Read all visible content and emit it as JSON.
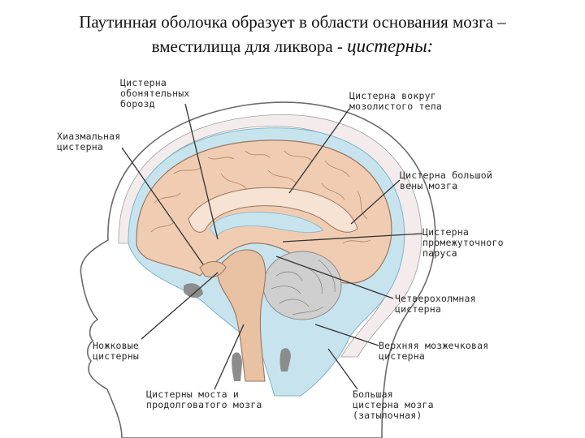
{
  "title": {
    "line1": "Паутинная оболочка образует в области основания мозга –",
    "line2_plain": "вместилища для ликвора - ",
    "line2_emph": "цистерны:"
  },
  "colors": {
    "skin_outline": "#6b6b6b",
    "csf": "#c7e4ee",
    "csf_edge": "#7fb4c7",
    "brain": "#f0cdb2",
    "brain_edge": "#9a7661",
    "brainstem": "#e9c1a3",
    "cerebellum": "#cfcfcf",
    "bone_dark": "#8c8c8c",
    "leader": "#333333"
  },
  "labels": {
    "olfactory": [
      "Цистерна",
      "обонятельных",
      "борозд"
    ],
    "chiasmal": [
      "Хиазмальная",
      "цистерна"
    ],
    "corpus_callosum": [
      "Цистерна вокруг",
      "мозолистого тела"
    ],
    "great_vein": [
      "Цистерна большой",
      "вены мозга"
    ],
    "velum": [
      "Цистерна",
      "промежуточного",
      "паруса"
    ],
    "quadrigeminal": [
      "Четверохолмная",
      "цистерна"
    ],
    "peduncular": [
      "Ножковые",
      "цистерны"
    ],
    "superior_cerebellar": [
      "Верхняя мозжечковая",
      "цистерна"
    ],
    "pons_medulla": [
      "Цистерны моста и",
      "продолговатого мозга"
    ],
    "magna": [
      "Большая",
      "цистерна мозга",
      "(затылочная)"
    ]
  }
}
